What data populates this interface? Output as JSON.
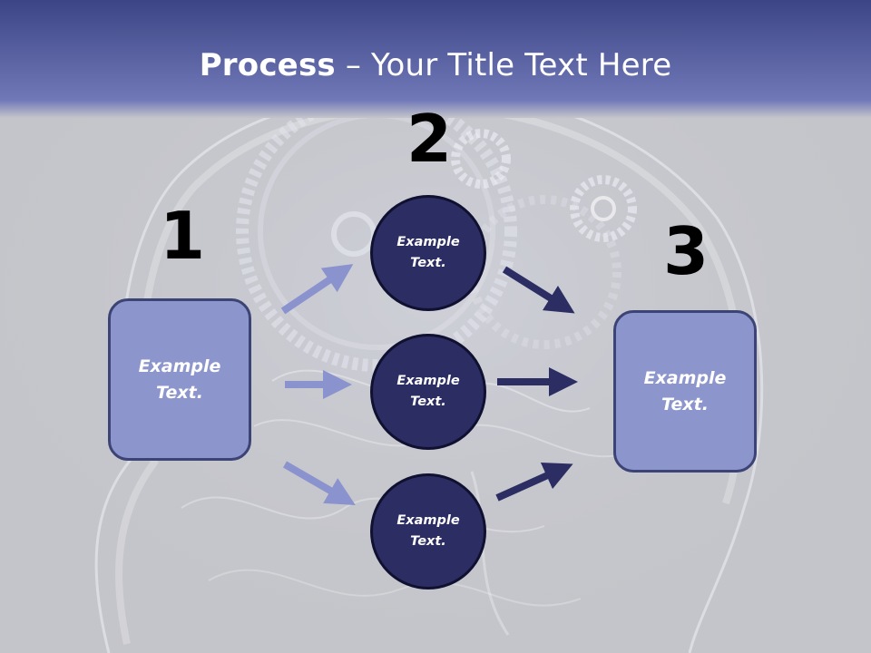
{
  "title": {
    "bold": "Process",
    "rest": " – Your Title Text Here"
  },
  "steps": [
    "1",
    "2",
    "3"
  ],
  "left_box": "Example Text.",
  "circles": [
    "Example Text.",
    "Example Text.",
    "Example Text."
  ],
  "right_box": "Example Text.",
  "colors": {
    "header_top": "#3c4585",
    "header_bottom": "#7b82bf",
    "background": "#c4c5ca",
    "box_fill": "#8d96cc",
    "circle_fill": "#2c2d63",
    "light_arrow": "#8a93cd",
    "dark_arrow": "#2c2d63"
  }
}
